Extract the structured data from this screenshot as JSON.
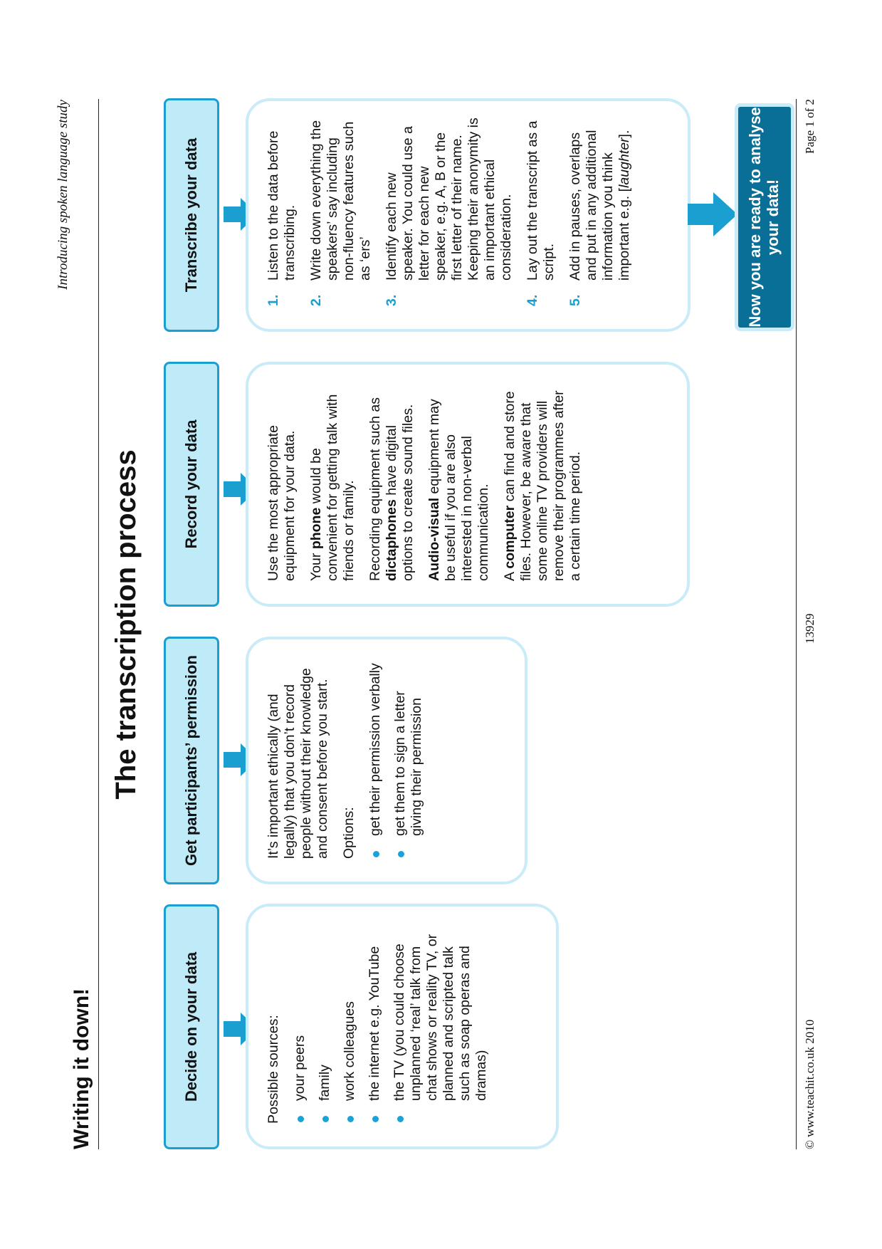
{
  "header": {
    "left": "Writing it down!",
    "right": "Introducing spoken language study"
  },
  "title": "The transcription process",
  "steps": [
    {
      "label": "Decide on your data",
      "intro": "Possible sources:",
      "bullets": [
        "your peers",
        "family",
        "work colleagues",
        "the internet e.g. YouTube",
        "the TV (you could choose unplanned ‘real’ talk from chat shows or reality TV, or planned and scripted talk such as soap operas and dramas)"
      ]
    },
    {
      "label": "Get participants’ permission",
      "intro": "It’s important ethically (and legally) that you don’t record people without their knowledge and consent before you start.",
      "options_label": "Options:",
      "bullets": [
        "get their permission verbally",
        "get them to sign a letter giving their permission"
      ]
    },
    {
      "label": "Record your data",
      "p1": "Use the most appropriate equipment for your data.",
      "p2": {
        "before": "Your ",
        "bold": "phone",
        "after": " would be convenient for getting talk with friends or family."
      },
      "p3": {
        "before": "Recording equipment such as ",
        "bold": "dictaphones",
        "after": " have digital options to create sound files."
      },
      "p4": {
        "before": "",
        "bold": "Audio-visual",
        "after": " equipment may be useful if you are also interested in non-verbal communication."
      },
      "p5": {
        "before": "A ",
        "bold": "computer",
        "after": " can find and store files.  However, be aware that some online TV providers will remove their programmes after a certain time period."
      }
    },
    {
      "label": "Transcribe your data",
      "items": [
        {
          "num": "1.",
          "text": "Listen to the data before transcribing."
        },
        {
          "num": "2.",
          "text": "Write down everything the speakers’ say including non-fluency features such as ‘ers’"
        },
        {
          "num": "3.",
          "text": "Identify each new speaker. You could use a letter for each new speaker, e.g. A, B or the first letter of their name. Keeping their anonymity is an important ethical consideration."
        },
        {
          "num": "4.",
          "text": "Lay out the transcript as a script."
        },
        {
          "num": "5.",
          "text_before": "Add in pauses, overlaps and put in any additional information you think important e.g. [",
          "italic": "laughter",
          "text_after": "]."
        }
      ]
    }
  ],
  "final": "Now you are ready to analyse your data!",
  "footer": {
    "copyright": "© www.teachit.co.uk 2010",
    "code": "13929",
    "page": "Page 1 of 2"
  },
  "colors": {
    "accent": "#1a9fd0",
    "header_fill": "#bfeaf8",
    "panel_border": "#c9ecf8",
    "final_fill": "#0a6f96"
  }
}
